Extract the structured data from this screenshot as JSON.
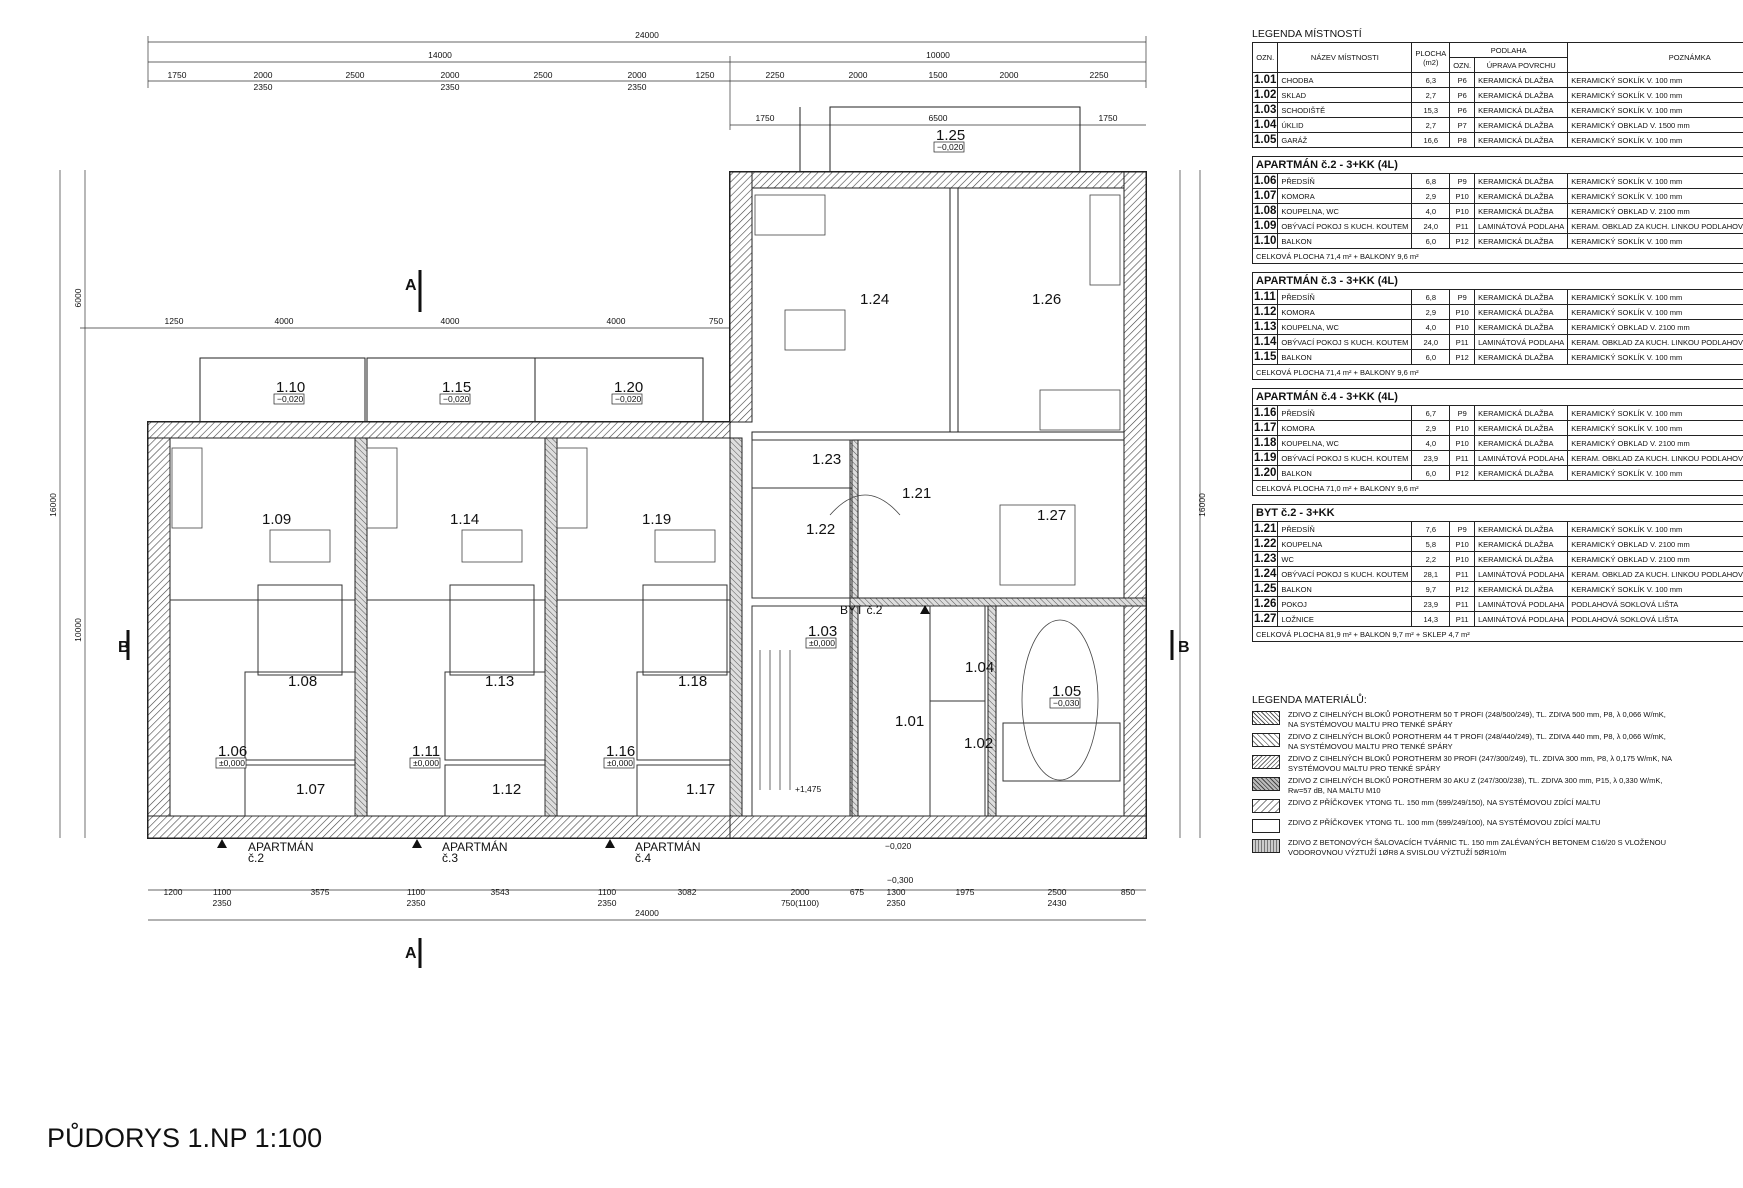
{
  "title": "PŮDORYS 1.NP  1:100",
  "dims": {
    "top_total": "24000",
    "top_14000": "14000",
    "top_10000": "10000",
    "top_row": [
      "1750",
      "2000",
      "2500",
      "2000",
      "2500",
      "2000",
      "1250",
      "2250",
      "2000",
      "1500",
      "2000",
      "2250"
    ],
    "top_sub": [
      "2350",
      "2350",
      "2350"
    ],
    "terrace": [
      "1750",
      "6500",
      "1750"
    ],
    "balc_row": [
      "1250",
      "4000",
      "4000",
      "4000",
      "750"
    ],
    "bottom_row": [
      "1200",
      "1100",
      "3575",
      "1100",
      "3543",
      "1100",
      "3082",
      "2000",
      "675",
      "1300",
      "1975",
      "2500",
      "850"
    ],
    "bottom_sub": [
      "2350",
      "2350",
      "2350",
      "750(1100)",
      "2350",
      "2430"
    ],
    "bottom_total": "24000",
    "left_total": "16000",
    "left_6000": "6000",
    "left_10000": "10000",
    "right_total": "16000"
  },
  "rooms": [
    {
      "code": "1.25",
      "level": "−0,020"
    },
    {
      "code": "1.24"
    },
    {
      "code": "1.26"
    },
    {
      "code": "1.10",
      "level": "−0,020"
    },
    {
      "code": "1.15",
      "level": "−0,020"
    },
    {
      "code": "1.20",
      "level": "−0,020"
    },
    {
      "code": "1.09"
    },
    {
      "code": "1.14"
    },
    {
      "code": "1.19"
    },
    {
      "code": "1.23"
    },
    {
      "code": "1.21"
    },
    {
      "code": "1.22"
    },
    {
      "code": "1.27"
    },
    {
      "code": "1.03",
      "level": "±0,000"
    },
    {
      "code": "1.04"
    },
    {
      "code": "1.05",
      "level": "−0,030"
    },
    {
      "code": "1.01"
    },
    {
      "code": "1.02"
    },
    {
      "code": "1.08"
    },
    {
      "code": "1.13"
    },
    {
      "code": "1.18"
    },
    {
      "code": "1.06",
      "level": "±0,000"
    },
    {
      "code": "1.11",
      "level": "±0,000"
    },
    {
      "code": "1.16",
      "level": "±0,000"
    },
    {
      "code": "1.07"
    },
    {
      "code": "1.12"
    },
    {
      "code": "1.17"
    }
  ],
  "labels": {
    "byt": "BYT č.2",
    "apt2": "APARTMÁN",
    "apt2b": "č.2",
    "apt3": "APARTMÁN",
    "apt3b": "č.3",
    "apt4": "APARTMÁN",
    "apt4b": "č.4",
    "entry_level_1": "−0,020",
    "entry_level_2": "−0,300",
    "stair_level": "+1,475",
    "section_a": "A",
    "section_b": "B"
  },
  "legend": {
    "title": "LEGENDA MÍSTNOSTÍ",
    "headers": {
      "ozn": "OZN.",
      "name": "NÁZEV MÍSTNOSTI",
      "area": "PLOCHA",
      "area_unit": "(m2)",
      "floor": "PODLAHA",
      "fozn": "OZN.",
      "surface": "ÚPRAVA POVRCHU",
      "note": "POZNÁMKA"
    },
    "common": [
      [
        "1.01",
        "CHODBA",
        "6,3",
        "P6",
        "KERAMICKÁ DLAŽBA",
        "KERAMICKÝ SOKLÍK V. 100 mm"
      ],
      [
        "1.02",
        "SKLAD",
        "2,7",
        "P6",
        "KERAMICKÁ DLAŽBA",
        "KERAMICKÝ SOKLÍK V. 100 mm"
      ],
      [
        "1.03",
        "SCHODIŠTĚ",
        "15,3",
        "P6",
        "KERAMICKÁ DLAŽBA",
        "KERAMICKÝ SOKLÍK V. 100 mm"
      ],
      [
        "1.04",
        "ÚKLID",
        "2,7",
        "P7",
        "KERAMICKÁ DLAŽBA",
        "KERAMICKÝ OBKLAD V. 1500 mm"
      ],
      [
        "1.05",
        "GARÁŽ",
        "16,6",
        "P8",
        "KERAMICKÁ DLAŽBA",
        "KERAMICKÝ SOKLÍK V. 100 mm"
      ]
    ],
    "sections": [
      {
        "title": "APARTMÁN č.2 - 3+KK (4L)",
        "rows": [
          [
            "1.06",
            "PŘEDSÍŇ",
            "6,8",
            "P9",
            "KERAMICKÁ DLAŽBA",
            "KERAMICKÝ SOKLÍK V. 100 mm"
          ],
          [
            "1.07",
            "KOMORA",
            "2,9",
            "P10",
            "KERAMICKÁ DLAŽBA",
            "KERAMICKÝ SOKLÍK V. 100 mm"
          ],
          [
            "1.08",
            "KOUPELNA, WC",
            "4,0",
            "P10",
            "KERAMICKÁ DLAŽBA",
            "KERAMICKÝ OBKLAD V. 2100 mm"
          ],
          [
            "1.09",
            "OBÝVACÍ POKOJ S KUCH. KOUTEM",
            "24,0",
            "P11",
            "LAMINÁTOVÁ PODLAHA",
            "KERAM. OBKLAD ZA KUCH. LINKOU PODLAHOVÁ SOKLOVÁ LIŠTA"
          ],
          [
            "1.10",
            "BALKON",
            "6,0",
            "P12",
            "KERAMICKÁ DLAŽBA",
            "KERAMICKÝ SOKLÍK V. 100 mm"
          ]
        ],
        "total": "CELKOVÁ PLOCHA 71,4 m² + BALKONY 9,6 m²"
      },
      {
        "title": "APARTMÁN č.3 - 3+KK (4L)",
        "rows": [
          [
            "1.11",
            "PŘEDSÍŇ",
            "6,8",
            "P9",
            "KERAMICKÁ DLAŽBA",
            "KERAMICKÝ SOKLÍK V. 100 mm"
          ],
          [
            "1.12",
            "KOMORA",
            "2,9",
            "P10",
            "KERAMICKÁ DLAŽBA",
            "KERAMICKÝ SOKLÍK V. 100 mm"
          ],
          [
            "1.13",
            "KOUPELNA, WC",
            "4,0",
            "P10",
            "KERAMICKÁ DLAŽBA",
            "KERAMICKÝ OBKLAD V. 2100 mm"
          ],
          [
            "1.14",
            "OBÝVACÍ POKOJ S KUCH. KOUTEM",
            "24,0",
            "P11",
            "LAMINÁTOVÁ PODLAHA",
            "KERAM. OBKLAD ZA KUCH. LINKOU PODLAHOVÁ SOKLOVÁ LIŠTA"
          ],
          [
            "1.15",
            "BALKON",
            "6,0",
            "P12",
            "KERAMICKÁ DLAŽBA",
            "KERAMICKÝ SOKLÍK V. 100 mm"
          ]
        ],
        "total": "CELKOVÁ PLOCHA 71,4 m² + BALKONY 9,6 m²"
      },
      {
        "title": "APARTMÁN č.4 - 3+KK (4L)",
        "rows": [
          [
            "1.16",
            "PŘEDSÍŇ",
            "6,7",
            "P9",
            "KERAMICKÁ DLAŽBA",
            "KERAMICKÝ SOKLÍK V. 100 mm"
          ],
          [
            "1.17",
            "KOMORA",
            "2,9",
            "P10",
            "KERAMICKÁ DLAŽBA",
            "KERAMICKÝ SOKLÍK V. 100 mm"
          ],
          [
            "1.18",
            "KOUPELNA, WC",
            "4,0",
            "P10",
            "KERAMICKÁ DLAŽBA",
            "KERAMICKÝ OBKLAD V. 2100 mm"
          ],
          [
            "1.19",
            "OBÝVACÍ POKOJ S KUCH. KOUTEM",
            "23,9",
            "P11",
            "LAMINÁTOVÁ PODLAHA",
            "KERAM. OBKLAD ZA KUCH. LINKOU PODLAHOVÁ SOKLOVÁ LIŠTA"
          ],
          [
            "1.20",
            "BALKON",
            "6,0",
            "P12",
            "KERAMICKÁ DLAŽBA",
            "KERAMICKÝ SOKLÍK V. 100 mm"
          ]
        ],
        "total": "CELKOVÁ PLOCHA 71,0 m² + BALKONY 9,6 m²"
      },
      {
        "title": "BYT č.2 - 3+KK",
        "rows": [
          [
            "1.21",
            "PŘEDSÍŇ",
            "7,6",
            "P9",
            "KERAMICKÁ DLAŽBA",
            "KERAMICKÝ SOKLÍK V. 100 mm"
          ],
          [
            "1.22",
            "KOUPELNA",
            "5,8",
            "P10",
            "KERAMICKÁ DLAŽBA",
            "KERAMICKÝ OBKLAD V. 2100 mm"
          ],
          [
            "1.23",
            "WC",
            "2,2",
            "P10",
            "KERAMICKÁ DLAŽBA",
            "KERAMICKÝ OBKLAD V. 2100 mm"
          ],
          [
            "1.24",
            "OBÝVACÍ POKOJ S KUCH. KOUTEM",
            "28,1",
            "P11",
            "LAMINÁTOVÁ PODLAHA",
            "KERAM. OBKLAD ZA KUCH. LINKOU PODLAHOVÁ SOKLOVÁ LIŠTA"
          ],
          [
            "1.25",
            "BALKON",
            "9,7",
            "P12",
            "KERAMICKÁ DLAŽBA",
            "KERAMICKÝ SOKLÍK V. 100 mm"
          ],
          [
            "1.26",
            "POKOJ",
            "23,9",
            "P11",
            "LAMINÁTOVÁ PODLAHA",
            "PODLAHOVÁ SOKLOVÁ LIŠTA"
          ],
          [
            "1.27",
            "LOŽNICE",
            "14,3",
            "P11",
            "LAMINÁTOVÁ PODLAHA",
            "PODLAHOVÁ SOKLOVÁ LIŠTA"
          ]
        ],
        "total": "CELKOVÁ PLOCHA 81,9 m² + BALKON 9,7 m² + SKLEP 4,7 m²"
      }
    ]
  },
  "materials": {
    "title": "LEGENDA MATERIÁLŮ:",
    "items": [
      "ZDIVO Z CIHELNÝCH BLOKŮ POROTHERM 50 T PROFI (248/500/249), TL. ZDIVA 500 mm, P8, λ 0,066 W/mK, NA SYSTÉMOVOU MALTU PRO TENKÉ SPÁRY",
      "ZDIVO Z CIHELNÝCH BLOKŮ POROTHERM 44 T PROFI (248/440/249), TL. ZDIVA 440 mm, P8, λ 0,066 W/mK, NA SYSTÉMOVOU MALTU PRO TENKÉ SPÁRY",
      "ZDIVO Z CIHELNÝCH BLOKŮ POROTHERM 30 PROFI (247/300/249), TL. ZDIVA 300 mm, P8, λ 0,175 W/mK, NA SYSTÉMOVOU MALTU PRO TENKÉ SPÁRY",
      "ZDIVO Z CIHELNÝCH BLOKŮ POROTHERM 30 AKU Z (247/300/238), TL. ZDIVA 300 mm, P15, λ 0,330 W/mK, Rw=57 dB, NA MALTU M10",
      "ZDIVO Z PŘÍČKOVEK YTONG TL. 150 mm (599/249/150), NA SYSTÉMOVOU ZDÍCÍ MALTU",
      "ZDIVO Z PŘÍČKOVEK YTONG TL. 100 mm (599/249/100), NA SYSTÉMOVOU ZDÍCÍ MALTU",
      "ZDIVO Z BETONOVÝCH ŠALOVACÍCH TVÁRNIC TL. 150 mm ZALÉVANÝCH BETONEM C16/20 S VLOŽENOU VODOROVNOU VÝZTUŽÍ 1ØR8 A SVISLOU VÝZTUŽÍ 5ØR10/m"
    ]
  }
}
